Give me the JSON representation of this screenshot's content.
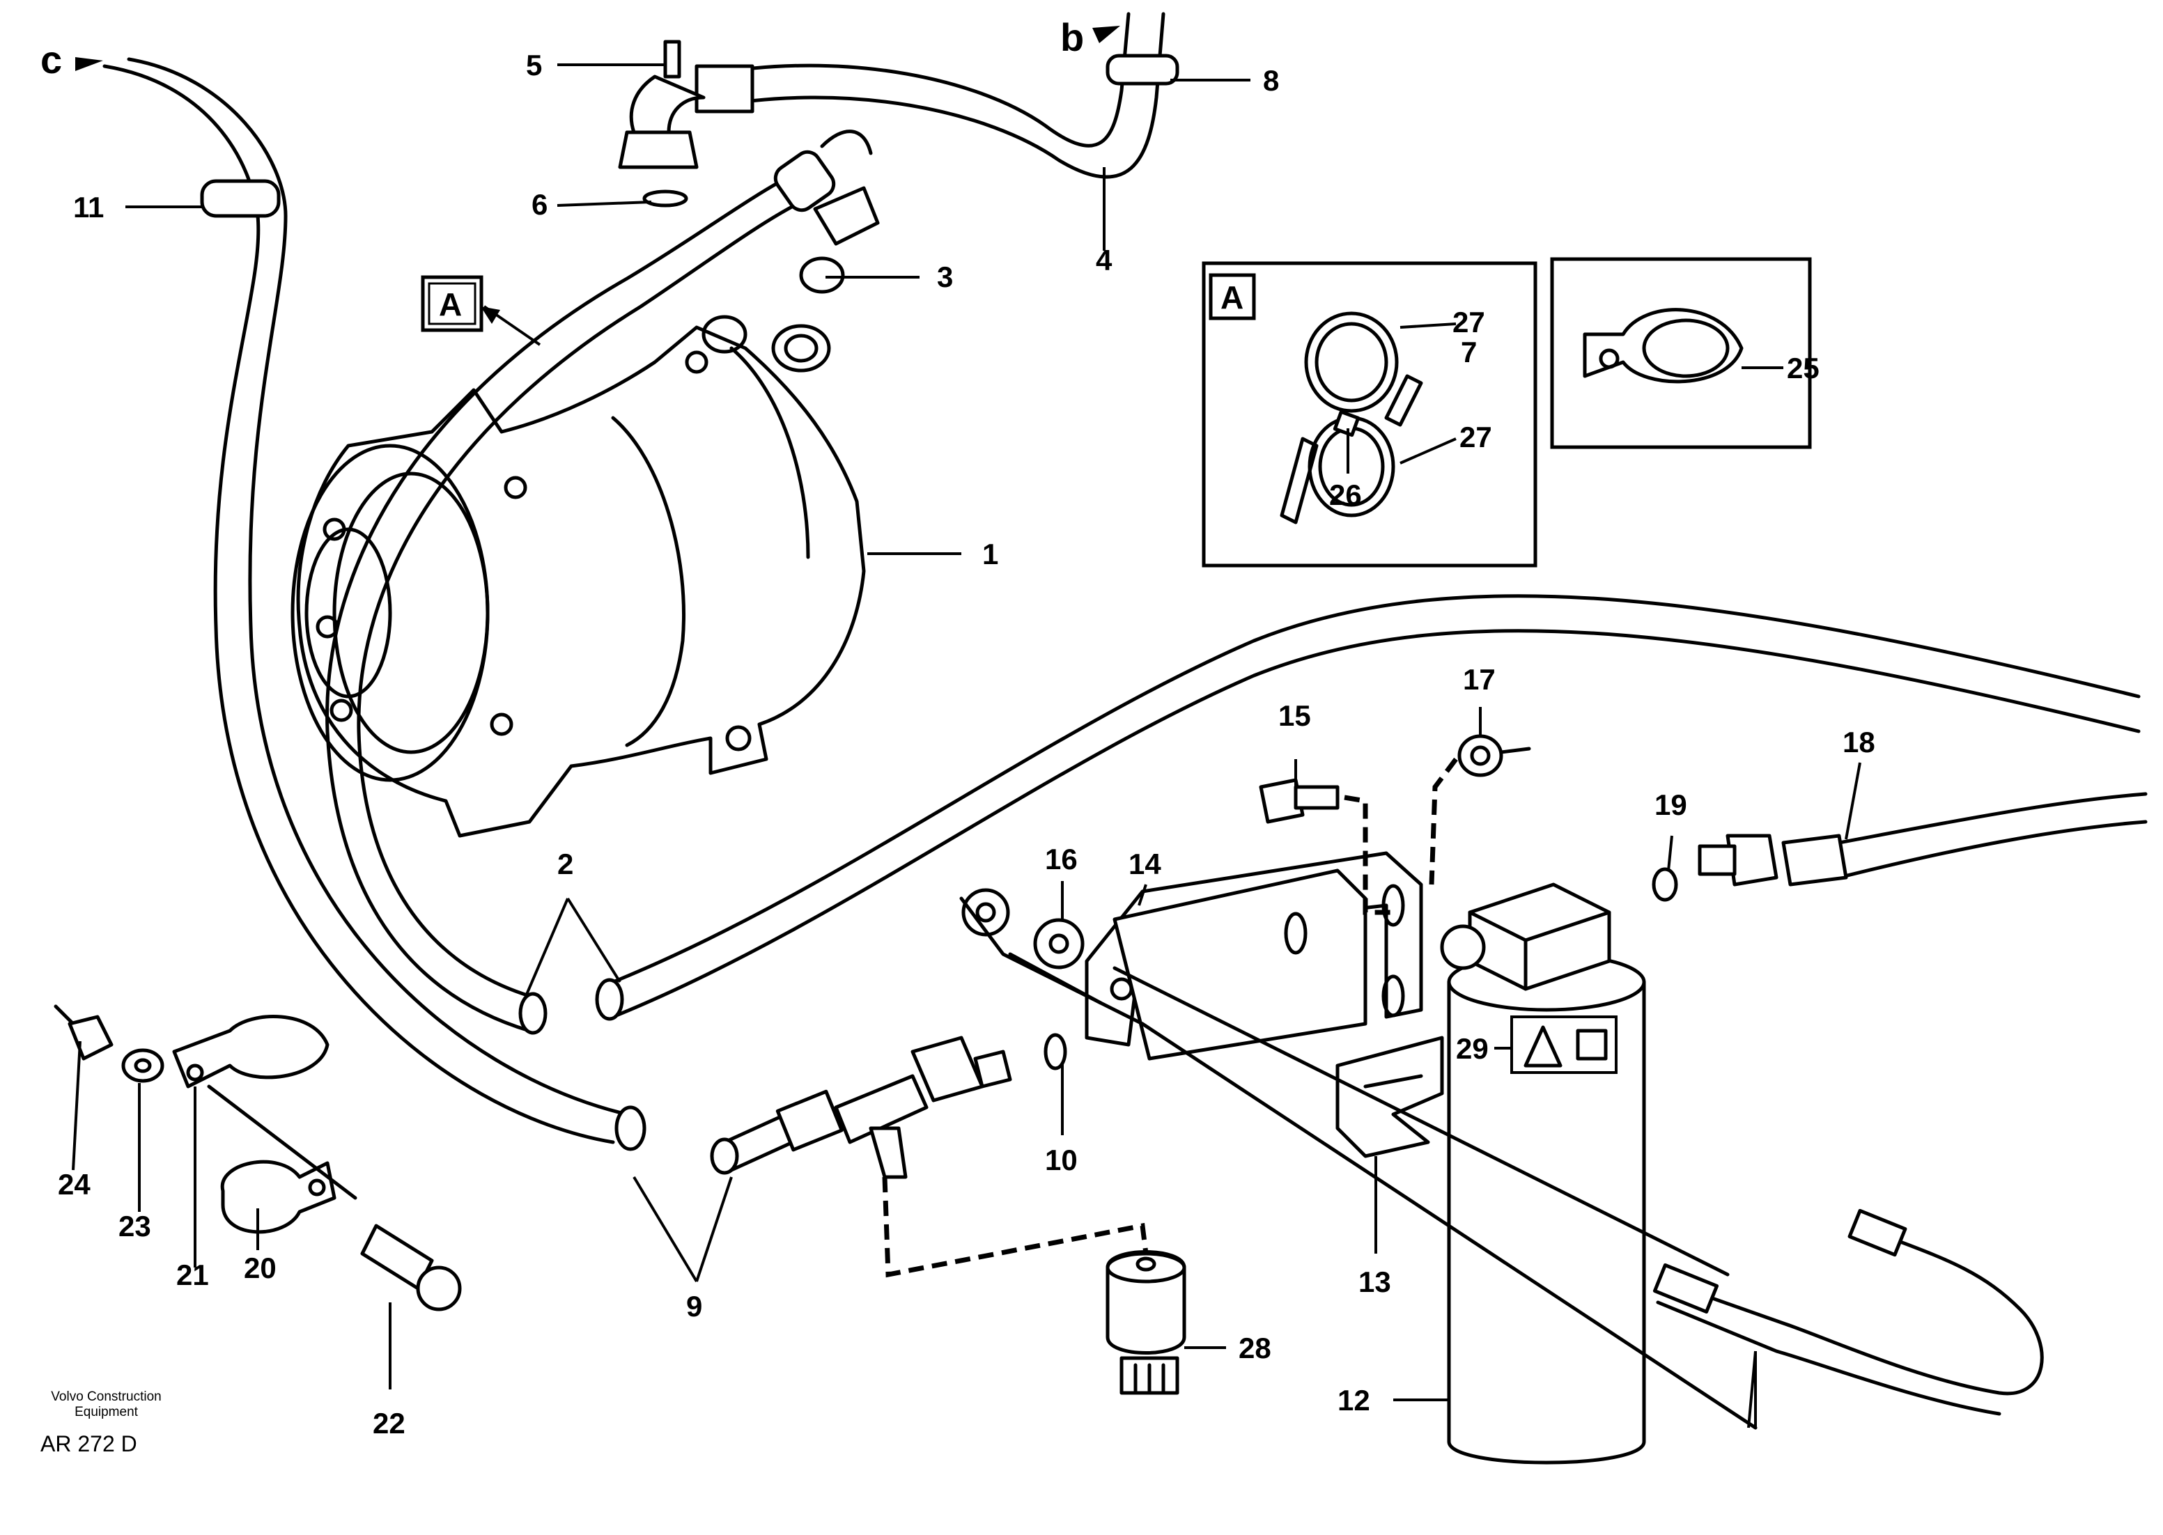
{
  "footer": {
    "company_line1": "Volvo Construction",
    "company_line2": "Equipment",
    "drawing_code": "AR 272 D"
  },
  "view_refs": {
    "main": "A",
    "detail": "A"
  },
  "flow_refs": {
    "b": "b",
    "c": "c"
  },
  "callouts": {
    "p1": "1",
    "p2": "2",
    "p3": "3",
    "p4": "4",
    "p5": "5",
    "p6": "6",
    "p7": "7",
    "p8": "8",
    "p9": "9",
    "p10": "10",
    "p11": "11",
    "p12": "12",
    "p13": "13",
    "p14": "14",
    "p15": "15",
    "p16": "16",
    "p17": "17",
    "p18": "18",
    "p19": "19",
    "p20": "20",
    "p21": "21",
    "p22": "22",
    "p23": "23",
    "p24": "24",
    "p25": "25",
    "p26": "26",
    "p27a": "27",
    "p27b": "27",
    "p28": "28",
    "p29": "29"
  }
}
